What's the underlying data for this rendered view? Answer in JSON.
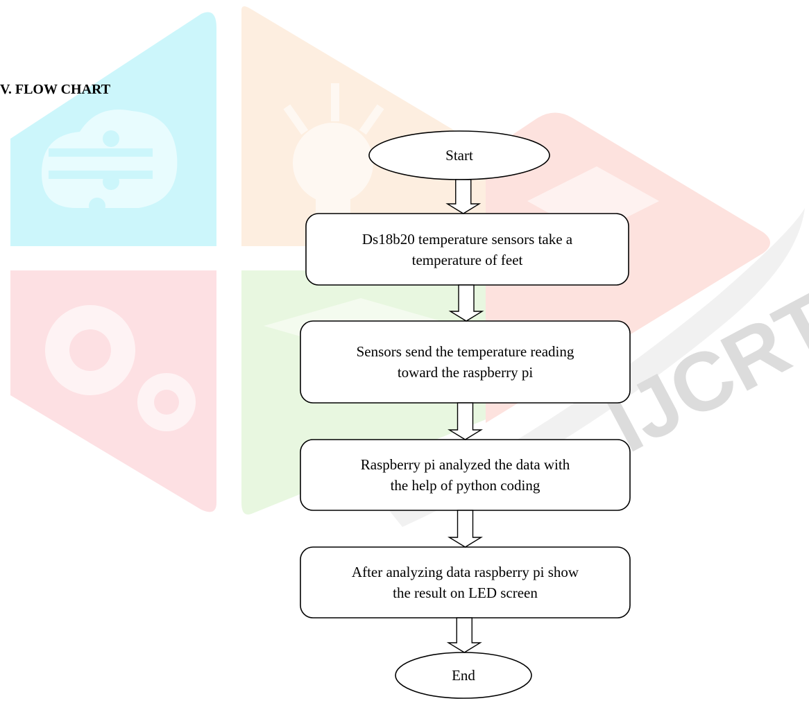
{
  "section_heading": "V. FLOW CHART",
  "watermark_text": "IJCRT",
  "flowchart": {
    "nodes": [
      {
        "id": "start",
        "shape": "terminal",
        "label": "Start"
      },
      {
        "id": "step1",
        "shape": "process",
        "label": "Ds18b20 temperature sensors take a\ntemperature of feet"
      },
      {
        "id": "step2",
        "shape": "process",
        "label": "Sensors send the temperature reading\ntoward the raspberry pi"
      },
      {
        "id": "step3",
        "shape": "process",
        "label": "Raspberry pi analyzed the data with\nthe help of python coding"
      },
      {
        "id": "step4",
        "shape": "process",
        "label": "After analyzing data raspberry pi show\nthe result on LED screen"
      },
      {
        "id": "end",
        "shape": "terminal",
        "label": "End"
      }
    ],
    "edges": [
      {
        "from": "start",
        "to": "step1"
      },
      {
        "from": "step1",
        "to": "step2"
      },
      {
        "from": "step2",
        "to": "step3"
      },
      {
        "from": "step3",
        "to": "step4"
      },
      {
        "from": "step4",
        "to": "end"
      }
    ]
  }
}
